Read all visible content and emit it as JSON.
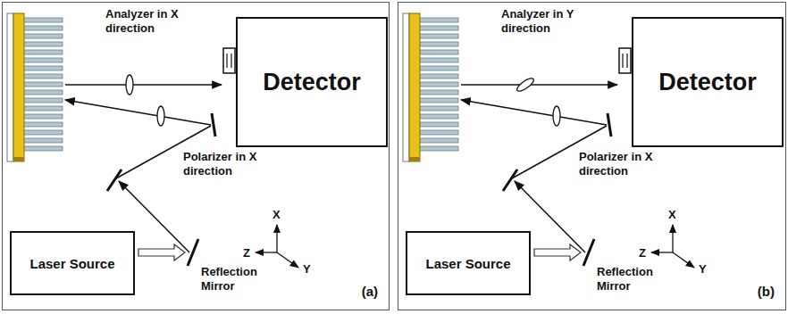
{
  "diagram": {
    "nodes": [
      {
        "text": [
          "(a)"
        ]
      },
      {
        "text": [
          "Detector"
        ],
        "in": 0
      },
      {
        "text": [
          "Laser Source"
        ],
        "in": 0
      },
      {
        "text": [
          "(b)"
        ]
      },
      {
        "text": [
          "Detector"
        ],
        "in": 3
      },
      {
        "text": [
          "Laser Source"
        ],
        "in": 3
      }
    ],
    "labels": [
      "Analyzer in X direction",
      "Polarizer in X direction",
      "Reflection Mirror",
      "X",
      "Z",
      "Y",
      "Analyzer in Y direction",
      "Polarizer in X direction",
      "Reflection Mirror",
      "X",
      "Z",
      "Y"
    ]
  }
}
